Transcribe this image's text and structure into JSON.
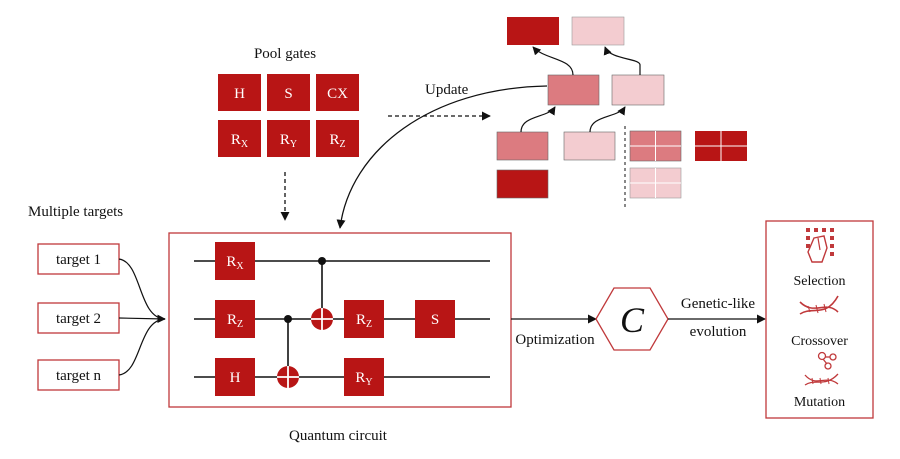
{
  "labels": {
    "pool_gates": "Pool gates",
    "update": "Update",
    "multiple_targets": "Multiple targets",
    "quantum_circuit": "Quantum circuit",
    "optimization": "Optimization",
    "cost_symbol": "C",
    "genetic_line1": "Genetic-like",
    "genetic_line2": "evolution"
  },
  "pool_gates": [
    {
      "main": "H",
      "sub": ""
    },
    {
      "main": "S",
      "sub": ""
    },
    {
      "main": "CX",
      "sub": ""
    },
    {
      "main": "R",
      "sub": "X"
    },
    {
      "main": "R",
      "sub": "Y"
    },
    {
      "main": "R",
      "sub": "Z"
    }
  ],
  "targets": [
    "target 1",
    "target 2",
    "target n"
  ],
  "circuit_gates": [
    {
      "main": "R",
      "sub": "X"
    },
    {
      "main": "R",
      "sub": "Z"
    },
    {
      "main": "H",
      "sub": ""
    },
    {
      "main": "R",
      "sub": "Z"
    },
    {
      "main": "S",
      "sub": ""
    },
    {
      "main": "R",
      "sub": "Y"
    }
  ],
  "evolution_steps": [
    "Selection",
    "Crossover",
    "Mutation"
  ],
  "colors": {
    "dark_red": "#b81515",
    "medium_red": "#dc7b80",
    "light_pink": "#f3ccd0",
    "panel_border": "#c0393b",
    "text": "#111111"
  },
  "icons": [
    "grid-hand-icon",
    "dna-icon",
    "molecule-dna-icon"
  ]
}
